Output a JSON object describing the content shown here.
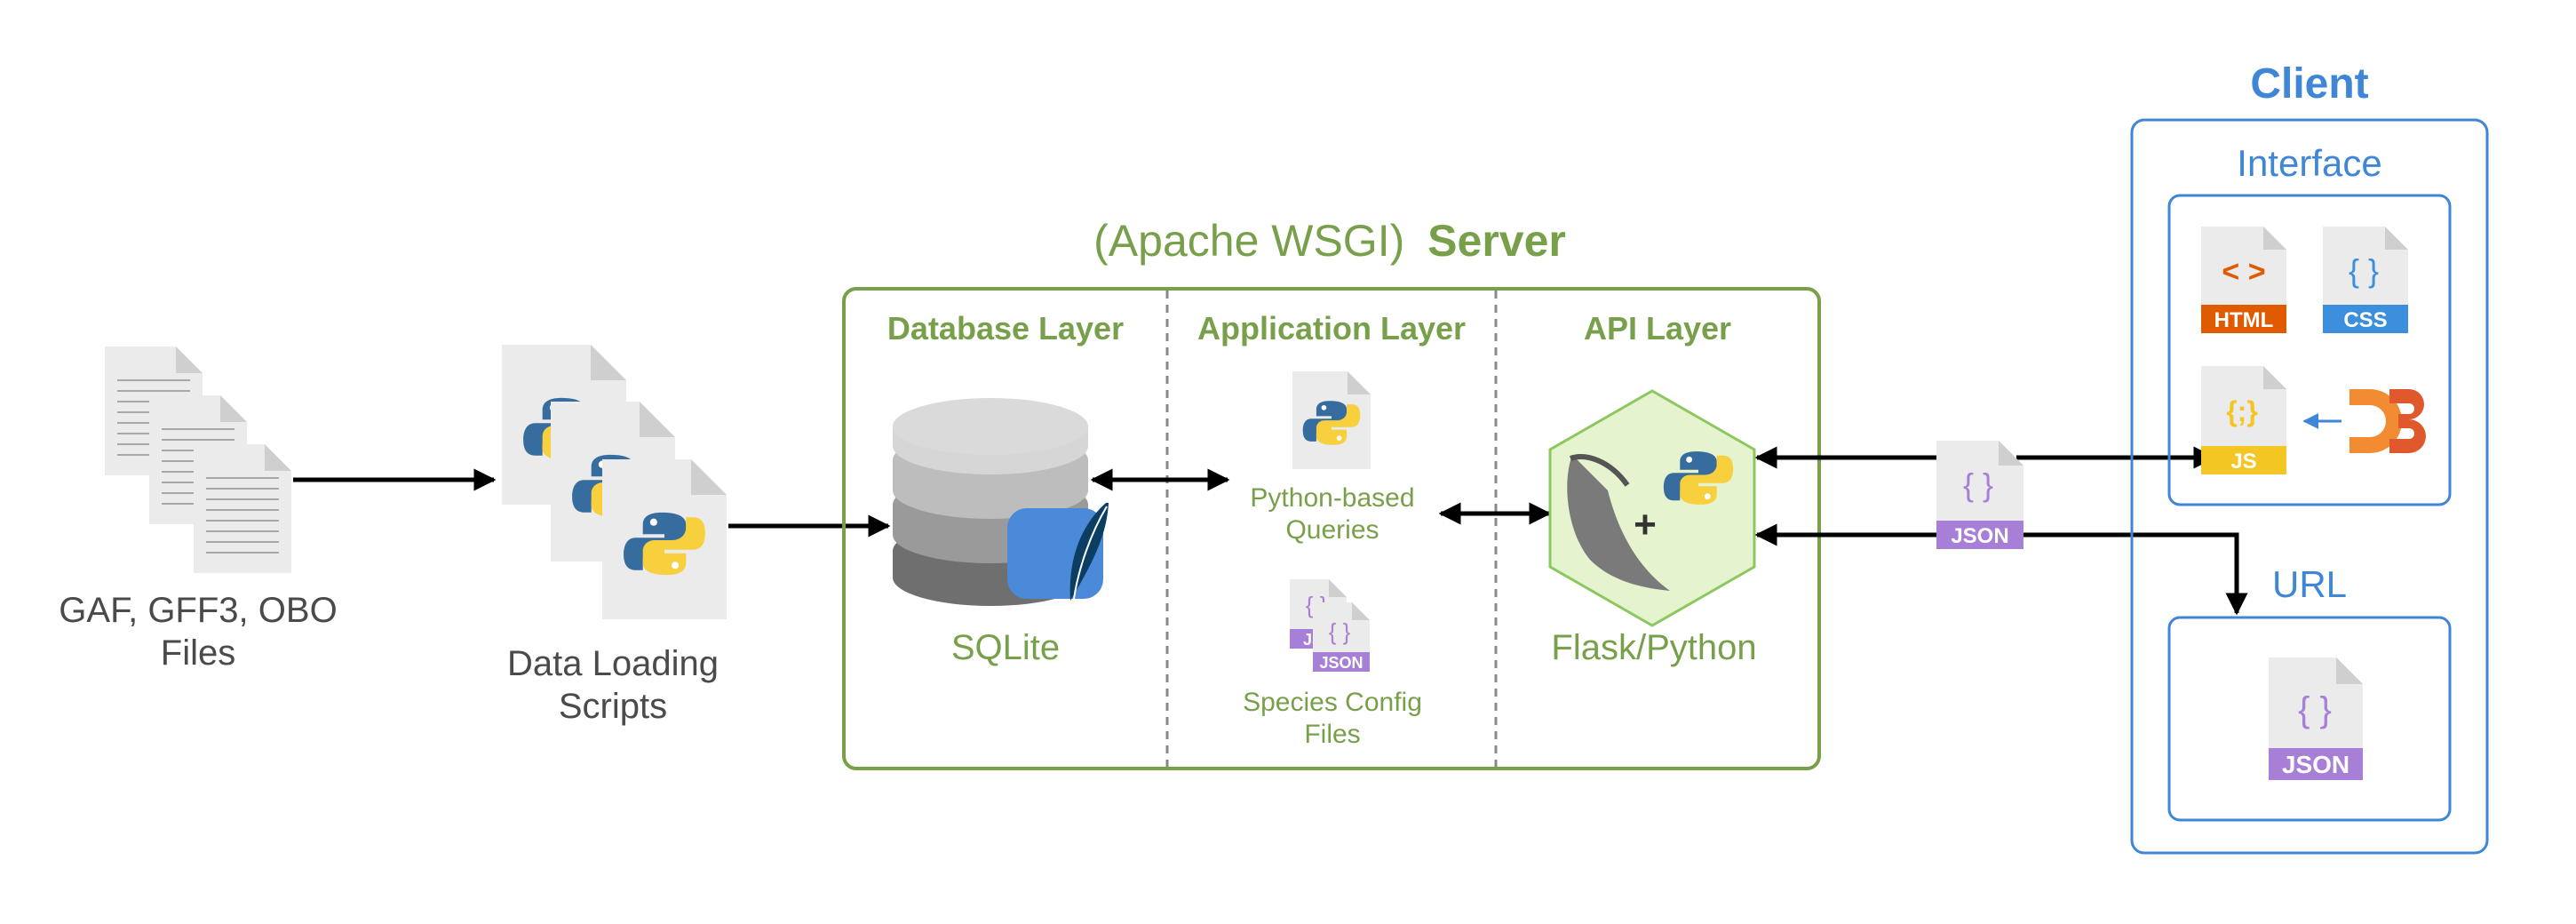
{
  "colors": {
    "green": "#78a04b",
    "blue": "#3f86d6",
    "purple": "#a87fd6",
    "html_orange": "#e05a00",
    "css_blue": "#3c8fdc",
    "js_yellow": "#f3c623",
    "d3_orange": "#f28c33",
    "sqlite_blue": "#4a8ad8",
    "python_blue": "#366c9e",
    "python_yellow": "#f8cf3c"
  },
  "inputs": {
    "source_files_label_line1": "GAF, GFF3, OBO",
    "source_files_label_line2": "Files",
    "scripts_label_line1": "Data Loading",
    "scripts_label_line2": "Scripts"
  },
  "server": {
    "title_prefix": "(Apache WSGI)",
    "title_bold": "Server",
    "database_layer": {
      "heading": "Database Layer",
      "engine_label": "SQLite"
    },
    "application_layer": {
      "heading": "Application Layer",
      "queries_line1": "Python-based",
      "queries_line2": "Queries",
      "config_line1": "Species Config",
      "config_line2": "Files",
      "file_tag_front": "JSON",
      "file_tag_back": "JS"
    },
    "api_layer": {
      "heading": "API Layer",
      "framework_label": "Flask/Python"
    }
  },
  "transfer": {
    "json_tag": "JSON",
    "json_braces": "{ }"
  },
  "client": {
    "title": "Client",
    "interface": {
      "title": "Interface",
      "html_tag": "HTML",
      "html_glyph": "< >",
      "css_tag": "CSS",
      "css_glyph": "{ }",
      "js_tag": "JS",
      "js_glyph": "{;}"
    },
    "url": {
      "title": "URL",
      "json_tag": "JSON",
      "json_braces": "{ }"
    }
  }
}
